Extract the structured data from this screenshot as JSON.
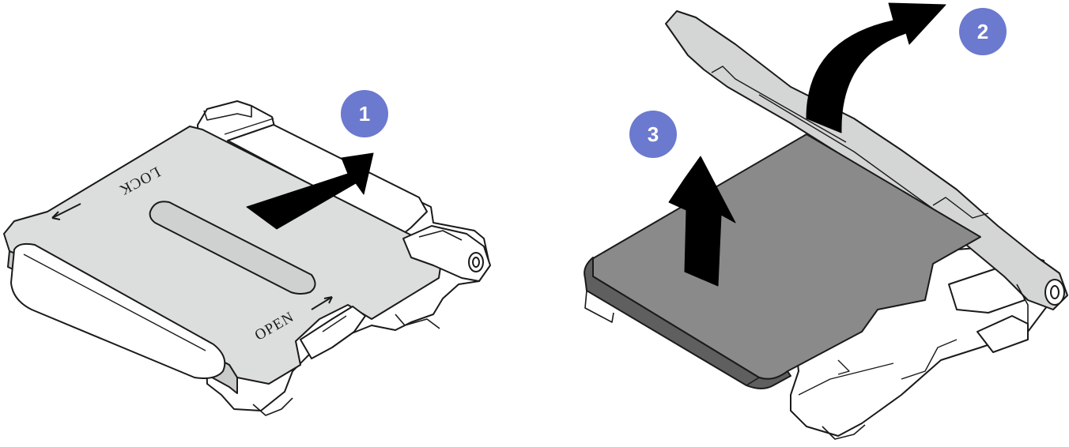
{
  "figure": {
    "lock_label": "LOCK",
    "open_label": "OPEN",
    "steps": [
      {
        "number": "1"
      },
      {
        "number": "2"
      },
      {
        "number": "3"
      }
    ],
    "colors": {
      "badge": "#6b79cf",
      "metal": "#dcdddd",
      "card": "#8a8a8a",
      "card_edge": "#6e6e6e",
      "arrow": "#000000",
      "outline": "#1a1a1a"
    }
  }
}
